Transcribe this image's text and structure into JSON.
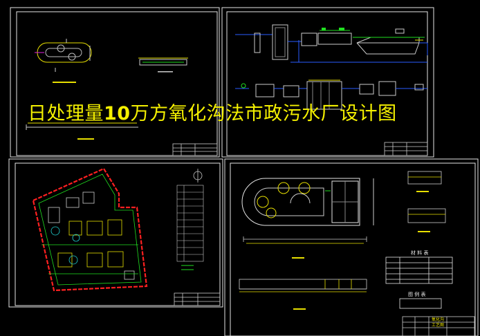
{
  "title": {
    "prefix": "日处理量",
    "number": "10",
    "suffix": "万方氧化沟法市政污水厂设计图"
  },
  "sheets": {
    "bottom_right_table_heading": "材 料 表",
    "bottom_right_legend": "图 例 表",
    "titleblock_name_line1": "氧化沟",
    "titleblock_name_line2": "工艺图"
  },
  "colors": {
    "sheet_border": "#e6e6e6",
    "title": "#f4f000",
    "site_boundary": "#ff2020",
    "cad_yellow": "#e8e000",
    "cad_green": "#20e020",
    "cad_cyan": "#20d0d0",
    "cad_blue": "#2a5cff",
    "cad_magenta": "#e020e0"
  }
}
